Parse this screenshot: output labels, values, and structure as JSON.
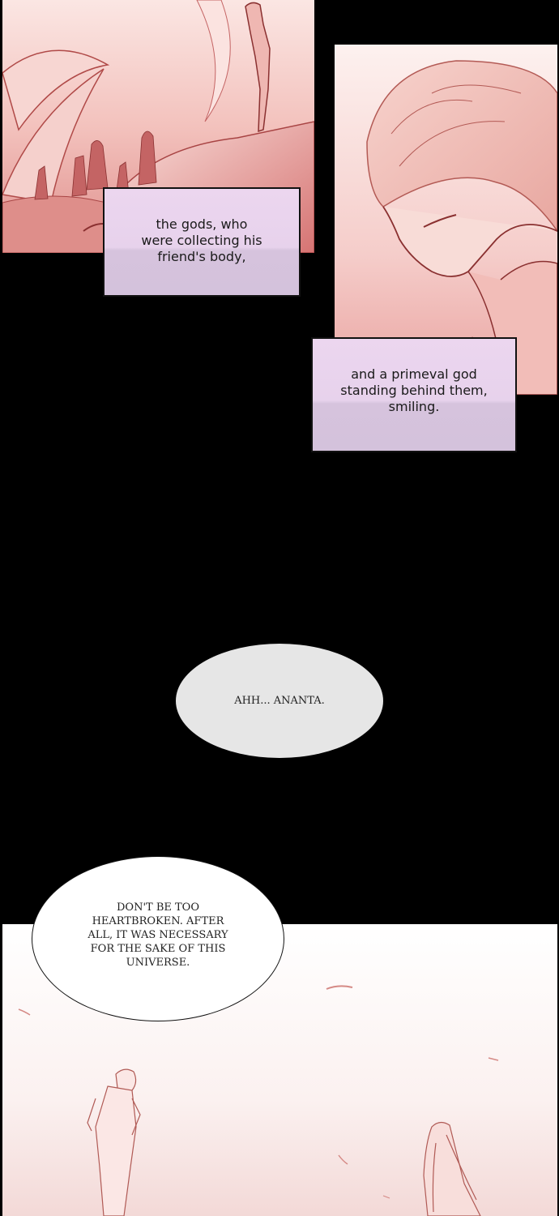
{
  "captions": {
    "gods_collecting": "the gods, who\nwere collecting his\nfriend's body,",
    "primeval_god": "and a primeval god\nstanding behind them,\nsmiling."
  },
  "bubbles": {
    "ahh_ananta": "AHH... ANANTA.",
    "dont_be_heartbroken": "DON'T BE TOO\nHEARTBROKEN. AFTER\nALL, IT WAS NECESSARY\nFOR THE SAKE OF THIS\nUNIVERSE."
  },
  "colors": {
    "panel_red": "#d97f7f",
    "panel_pink": "#f4c7c3",
    "ink": "#8a3030",
    "caption_lavender": "#e7d2ec",
    "bubble_gray": "#e6e6e6"
  }
}
